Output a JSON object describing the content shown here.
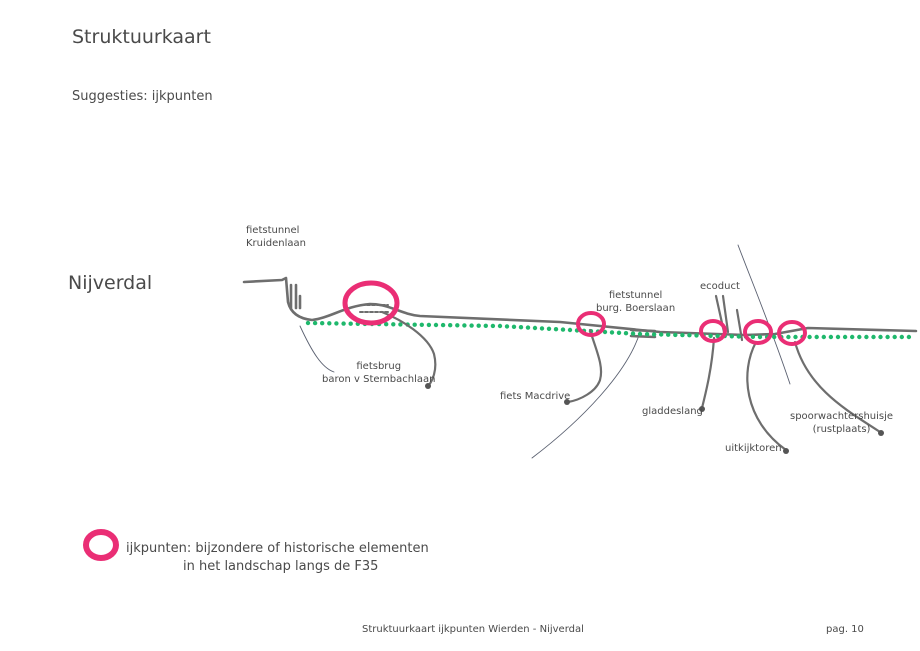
{
  "header": {
    "title": "Struktuurkaart",
    "subtitle": "Suggesties: ijkpunten"
  },
  "map": {
    "place_name": "Nijverdal",
    "labels": {
      "fietstunnel_kruidenlaan": [
        "fietstunnel",
        "Kruidenlaan"
      ],
      "fietsbrug": [
        "fietsbrug",
        "baron v Sternbachlaan"
      ],
      "fiets_macdrive": "fiets Macdrive",
      "fietstunnel_boerslaan": [
        "fietstunnel",
        "burg. Boerslaan"
      ],
      "ecoduct": "ecoduct",
      "gladdeslang": "gladdeslang",
      "uitkijktoren": "uitkijktoren",
      "spoorwachtershuisje": [
        "spoorwachtershuisje",
        "(rustplaats)"
      ]
    },
    "colors": {
      "road": "#6e6e6e",
      "railway_dots": "#1fb86c",
      "ijkpunt_ring": "#ea2e75",
      "thin_line": "#5a6070"
    }
  },
  "legend": {
    "icon": "pink-ring-icon",
    "lines": [
      "ijkpunten: bijzondere of historische elementen",
      "in het landschap langs de F35"
    ]
  },
  "footer": {
    "text": "Struktuurkaart ijkpunten Wierden - Nijverdal",
    "page": "pag. 10"
  }
}
